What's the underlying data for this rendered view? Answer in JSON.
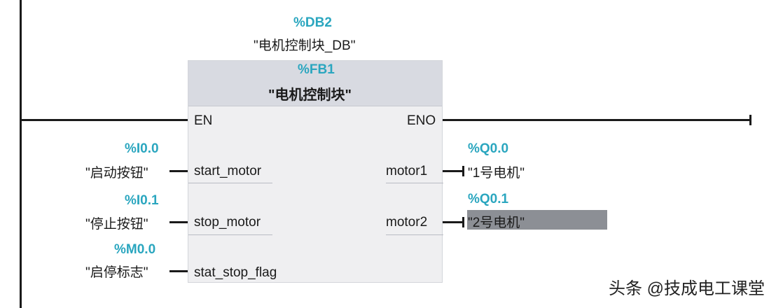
{
  "instance": {
    "db_address": "%DB2",
    "db_name": "\"电机控制块_DB\""
  },
  "block": {
    "fb_address": "%FB1",
    "fb_name": "\"电机控制块\"",
    "en": "EN",
    "eno": "ENO"
  },
  "inputs": [
    {
      "address": "%I0.0",
      "symbol": "\"启动按钮\"",
      "pin": "start_motor"
    },
    {
      "address": "%I0.1",
      "symbol": "\"停止按钮\"",
      "pin": "stop_motor"
    },
    {
      "address": "%M0.0",
      "symbol": "\"启停标志\"",
      "pin": "stat_stop_flag"
    }
  ],
  "outputs": [
    {
      "address": "%Q0.0",
      "symbol": "\"1号电机\"",
      "pin": "motor1"
    },
    {
      "address": "%Q0.1",
      "symbol": "\"2号电机\"",
      "pin": "motor2",
      "selected": true
    }
  ],
  "colors": {
    "address": "#2aa6bf",
    "block_header": "#d8dae1",
    "block_body": "#efeff1",
    "selection": "#8c8f95",
    "wire": "#1a1a1a"
  },
  "watermark": "头条 @技成电工课堂"
}
